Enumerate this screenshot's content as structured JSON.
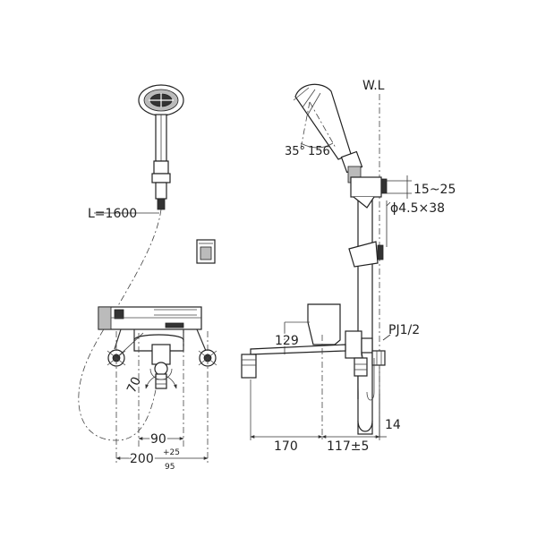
{
  "labels": {
    "water_level": "W.L",
    "hose_length": "L=1600",
    "angle": "35°",
    "head_dim": "156",
    "bracket_spacing": "15~25",
    "screw_spec": "ϕ4.5×38",
    "pipe_thread": "PJ1/2",
    "height_129": "129",
    "spout_170": "170",
    "wall_117": "117±5",
    "offset_14": "14",
    "handle_70": "70",
    "pitch_90": "90",
    "width_200": "200",
    "tol_plus": "+25",
    "tol_minus": "95"
  }
}
